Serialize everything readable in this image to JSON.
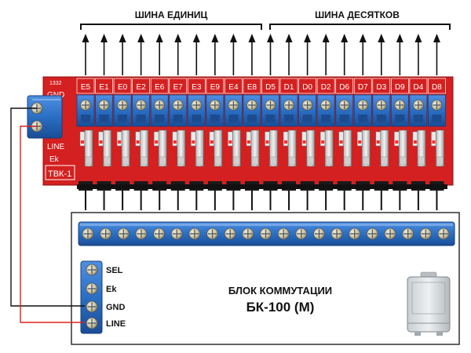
{
  "bus": {
    "units_title": "ШИНА ЕДИНИЦ",
    "tens_title": "ШИНА ДЕСЯТКОВ"
  },
  "board": {
    "part_code": "1332",
    "gnd_label": "GND",
    "line_label": "LINE",
    "ek_label": "Ek",
    "name": "ТВК-1",
    "channels": [
      "E5",
      "E1",
      "E0",
      "E2",
      "E6",
      "E7",
      "E3",
      "E9",
      "E4",
      "E8",
      "D5",
      "D1",
      "D0",
      "D2",
      "D6",
      "D7",
      "D3",
      "D9",
      "D4",
      "D8"
    ]
  },
  "module": {
    "title_line1": "БЛОК КОММУТАЦИИ",
    "title_line2": "БК-100 (М)",
    "terminals": [
      "SEL",
      "Ek",
      "GND",
      "LINE"
    ]
  },
  "colors": {
    "board_red": "#d42020",
    "terminal_blue": "#2a6fc4",
    "wire_black": "#111111",
    "wire_red": "#e02020"
  }
}
